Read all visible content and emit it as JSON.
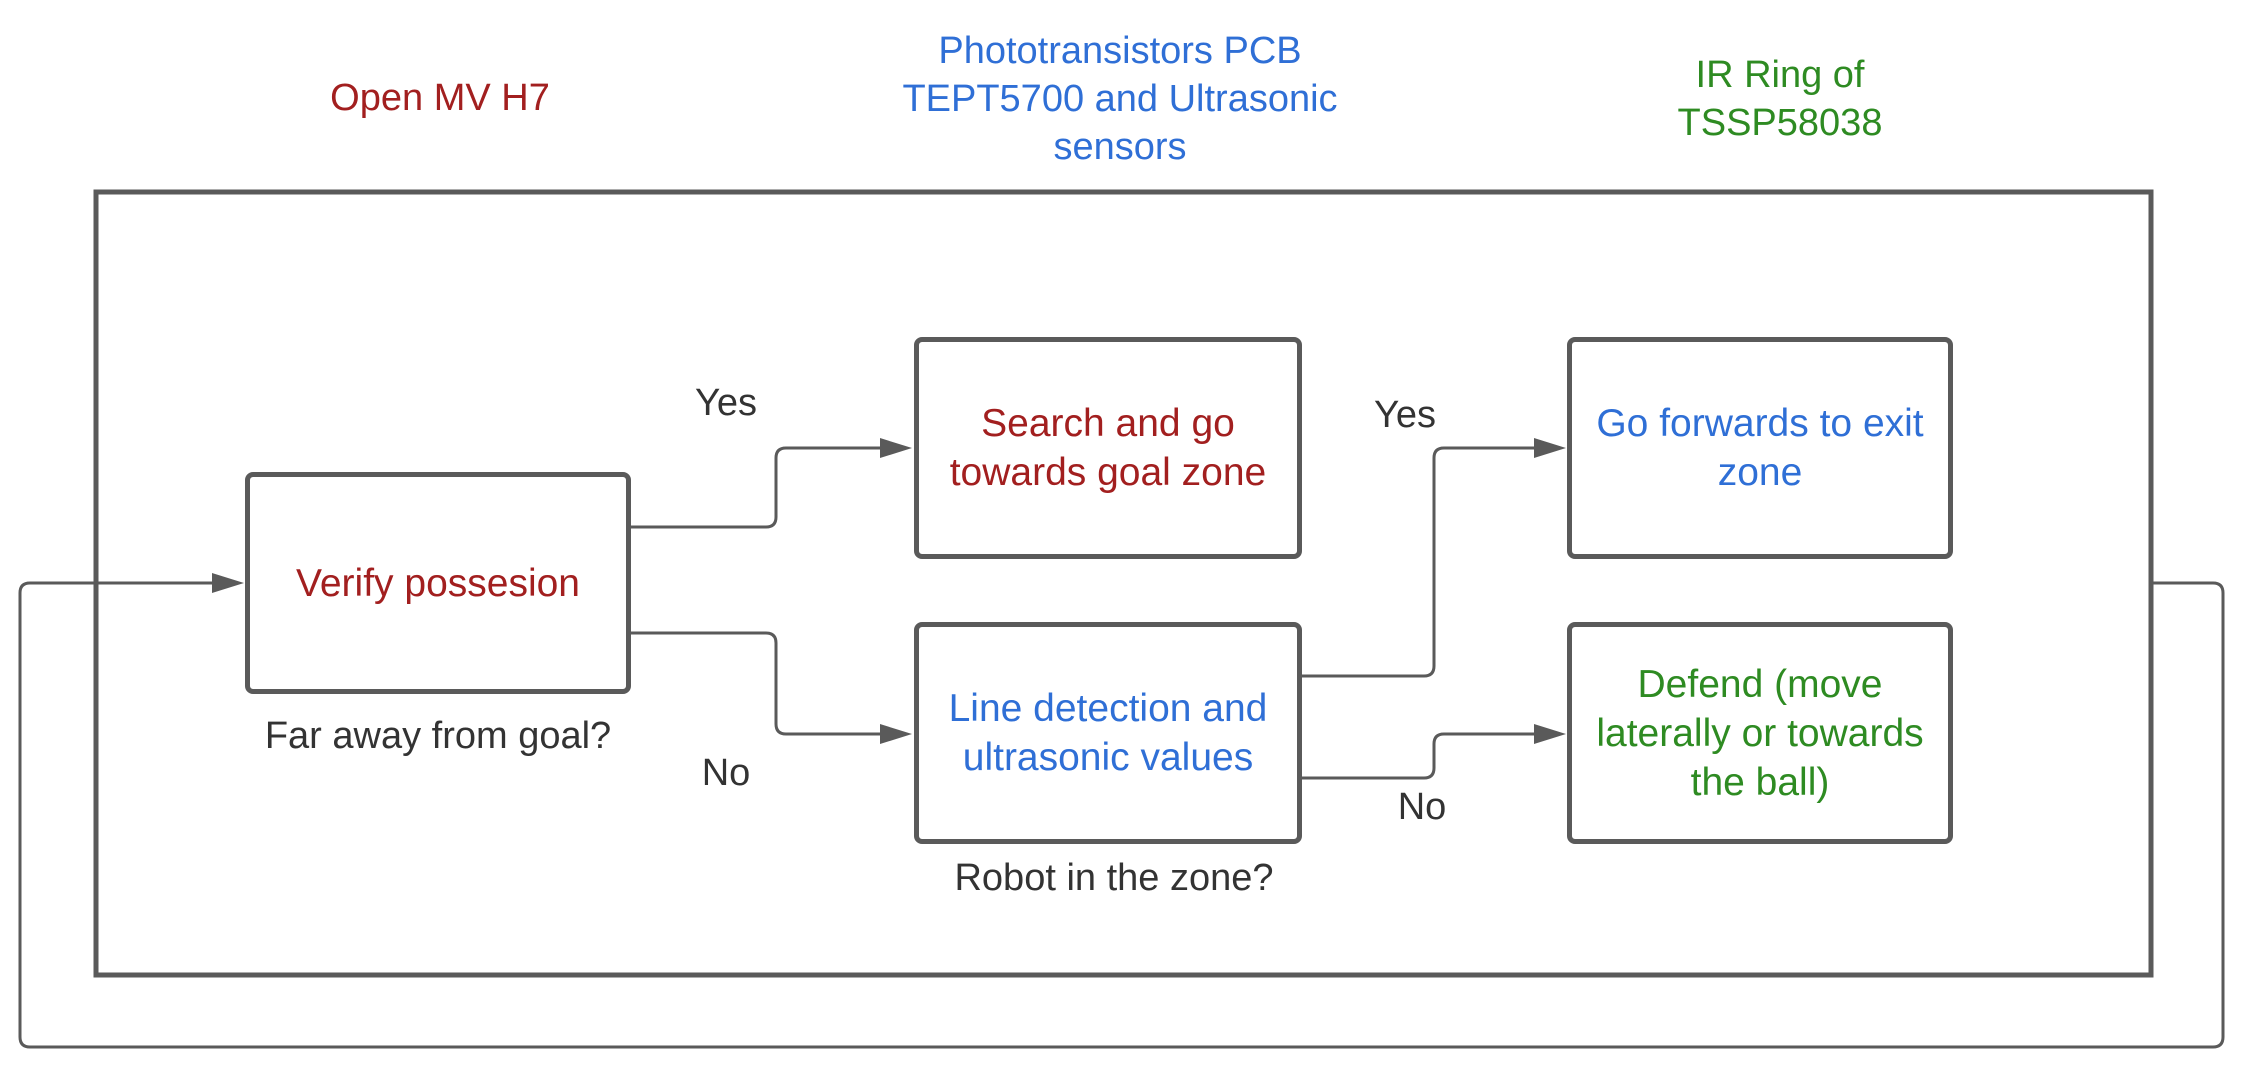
{
  "colors": {
    "red": "#a21f1f",
    "blue": "#2f6fd6",
    "green": "#2e8b22",
    "line": "#5a5a5a",
    "text": "#333333"
  },
  "legend": {
    "openmv": "Open MV H7",
    "phototransistors": "Phototransistors PCB TEPT5700 and Ultrasonic sensors",
    "ir_ring": "IR Ring of TSSP58038"
  },
  "nodes": {
    "verify": "Verify possesion",
    "search": "Search and go towards goal zone",
    "line_detection": "Line detection and ultrasonic values",
    "forwards": "Go forwards to exit zone",
    "defend": "Defend (move laterally or towards the ball)"
  },
  "questions": {
    "far_from_goal": "Far away from goal?",
    "robot_in_zone": "Robot in the zone?"
  },
  "edge_labels": {
    "yes_1": "Yes",
    "no_1": "No",
    "yes_2": "Yes",
    "no_2": "No"
  }
}
